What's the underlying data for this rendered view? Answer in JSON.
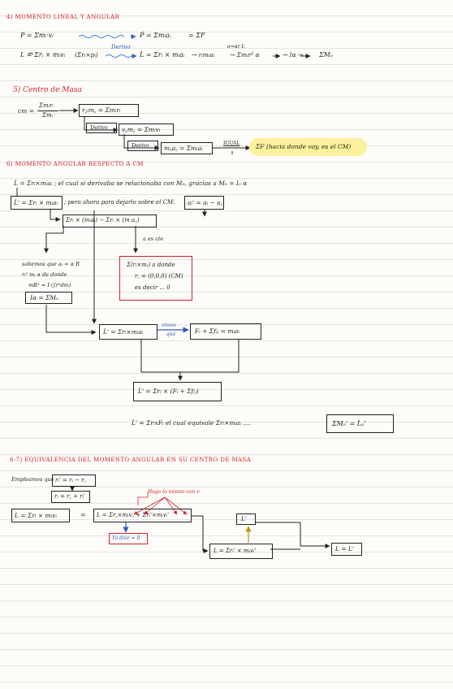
{
  "sec4": {
    "title": "4) Momento lineal y angular",
    "eq1_left": "P = Σmᵢ·vᵢ",
    "eq1_mid": "Ṗ = Σmᵢaᵢ",
    "eq1_right": "= ΣF",
    "eq2_left": "L = Σrᵢ × mᵢvᵢ",
    "eq2_paren": "(Σrᵢ×pᵢ)",
    "eq2_deriv_label": "Derivo",
    "eq2_mid": "L̇ = Σrᵢ × mᵢaᵢ",
    "eq2_a": "→ rᵢmᵢaᵢ",
    "eq2_note": "a=αr  Iᵢ",
    "eq2_b": "→ Σmᵢr² α",
    "eq2_c": "→ Iα →",
    "eq2_d": "ΣMₒ"
  },
  "sec5": {
    "title": "5) Centro de Masa",
    "cm_label": "cm =",
    "cm_num": "Σmᵢrᵢ",
    "cm_den": "Σmᵢ",
    "box1": "r꜀ᵢm꜀ = Σmᵢrᵢ",
    "deriv1": "Derivo",
    "box2": "v꜀m꜀ = Σmᵢvᵢ",
    "deriv2": "Derivo",
    "box3": "m꜀a꜀ = Σmᵢaᵢ",
    "igual": "Igual",
    "result": "ΣF (hacia donde voy, es el CM)"
  },
  "sec6": {
    "title": "6) Momento angular respecto a CM",
    "intro": "L̇ = Σrᵢ×mᵢaᵢ ; el cual si derivaba se relacionaba con Mₒ, gracias a  Mₒ = Iₒ α",
    "box_main": "L̇' = Σrᵢ × mᵢaᵢ",
    "box_main_tail": "; pero ahora para dejarlo sobre el CM:",
    "box_acc": "aᵢ' = aᵢ − a꜀",
    "box_split": "Σrᵢ × (mᵢaᵢ) − Σrᵢ × (m a꜀)",
    "left_note_1": "sabemos que aᵢ = α R",
    "left_note_2": "rᵢ² mᵢ α  de donde",
    "left_note_3": "mR² = I  (∫r²dm)",
    "left_box": "Iα = ΣMₒ",
    "a_escte": "a es cte",
    "red_1": "Σ(rᵢ×mᵢ) a donde",
    "red_2": "r꜀ = (0,0,0) (CM)",
    "red_3": "es decir ... 0",
    "box_lp": "L̇' = Σrᵢ×mᵢaᵢ",
    "vimos_1": "vimos",
    "vimos_2": "que",
    "box_forces": "Fᵢ + Σfᵢⱼ = mᵢaᵢ",
    "box_lp2": "L̇' = Σrᵢ × (Fᵢ + Σfᵢⱼ)",
    "concl_1": "L̇' = ΣrᵢxFᵢ  el cual equivale  Σrᵢ×mᵢaᵢ  ....",
    "concl_box": "ΣMₒ' = L̇ₒ'"
  },
  "sec67": {
    "title": "6-7) Equivalencia del momento angular en su centro de masa",
    "empleamos": "Empleamos que",
    "box_r": "rᵢ' = rᵢ − r꜀",
    "box_ri": "rᵢ = r꜀ + rᵢ'",
    "box_L": "L = Σrᵢ × mᵢvᵢ",
    "equals": "=",
    "box_L_expand": "L = Σr꜀×mᵢv꜀ + Σrᵢ'×mᵢvᵢ'",
    "hago_label": "Hago lo mismo con v",
    "vale_cero": "Ya dice = 0",
    "box_Lp": "L'",
    "box_L_final": "L = Σrᵢ' × mᵢvᵢ'",
    "box_eq": "L = L'"
  }
}
